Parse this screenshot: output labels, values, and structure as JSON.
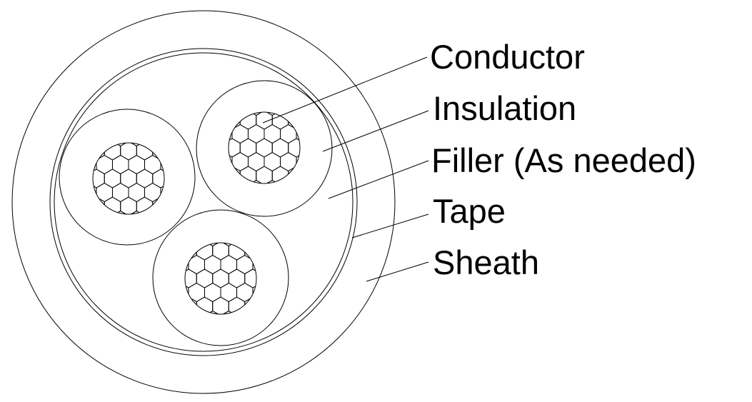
{
  "diagram": {
    "labels": {
      "conductor": "Conductor",
      "insulation": "Insulation",
      "filler": "Filler (As needed)",
      "tape": "Tape",
      "sheath": "Sheath"
    },
    "colors": {
      "line": "#000000",
      "background": "#ffffff"
    }
  }
}
